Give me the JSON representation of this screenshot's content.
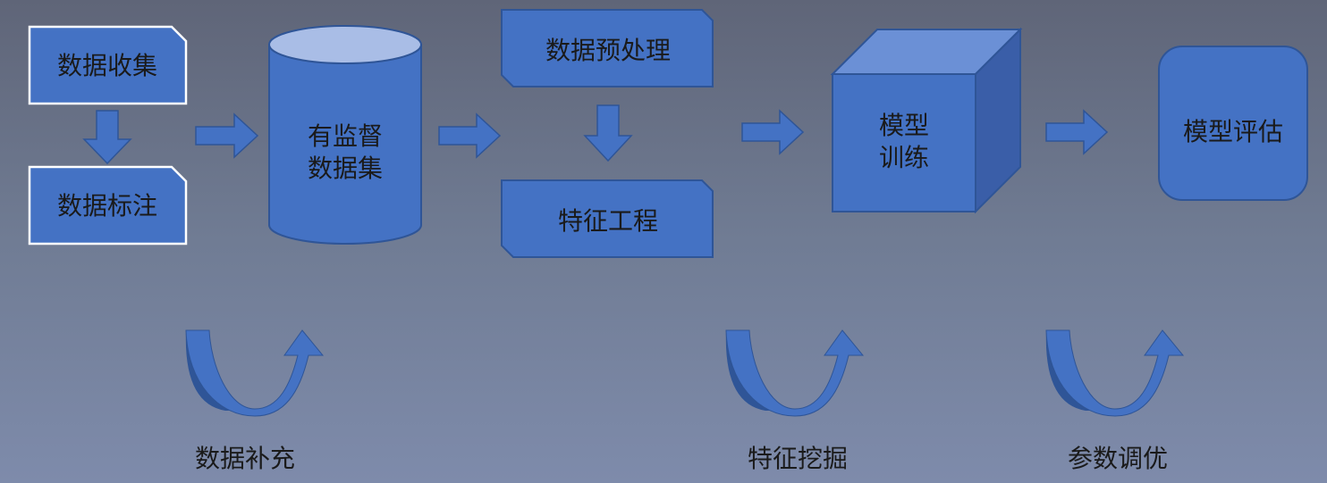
{
  "nodes": {
    "data_collection": "数据收集",
    "data_labeling": "数据标注",
    "dataset_line1": "有监督",
    "dataset_line2": "数据集",
    "preprocessing": "数据预处理",
    "feature_engineering": "特征工程",
    "training_line1": "模型",
    "training_line2": "训练",
    "evaluation": "模型评估"
  },
  "loops": {
    "data_supplement": "数据补充",
    "feature_mining": "特征挖掘",
    "param_tuning": "参数调优"
  },
  "colors": {
    "shape_fill": "#4472c4",
    "shape_stroke": "#2f5597",
    "highlight_stroke": "#ffffff",
    "cube_top": "#6b90d6",
    "cube_side": "#3a5ea8",
    "cylinder_top": "#a9bde6",
    "loop_dark": "#2f5597"
  }
}
